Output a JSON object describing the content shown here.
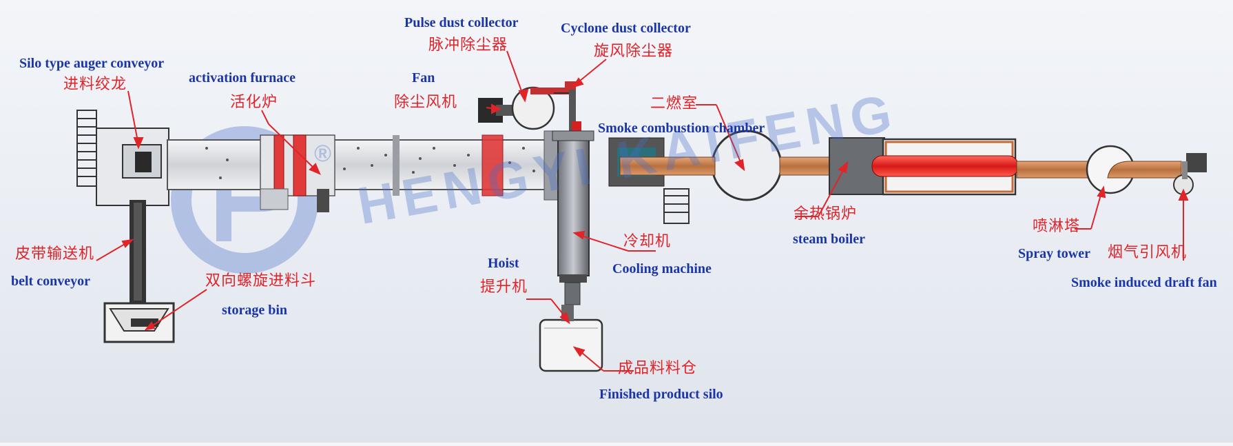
{
  "watermark": {
    "brand": "HENGYI KAIFENG",
    "mark": "®"
  },
  "components": {
    "silo_auger": {
      "en": "Silo type auger conveyor",
      "cn": "进料绞龙"
    },
    "activation_furnace": {
      "en": "activation furnace",
      "cn": "活化炉"
    },
    "fan": {
      "en": "Fan",
      "cn": "除尘风机"
    },
    "pulse_dust": {
      "en": "Pulse dust collector",
      "cn": "脉冲除尘器"
    },
    "cyclone_dust": {
      "en": "Cyclone dust collector",
      "cn": "旋风除尘器"
    },
    "smoke_combustion": {
      "en": "Smoke combustion chamber",
      "cn": "二燃室"
    },
    "steam_boiler": {
      "en": "steam boiler",
      "cn": "余热锅炉"
    },
    "spray_tower": {
      "en": "Spray tower",
      "cn": "喷淋塔"
    },
    "draft_fan": {
      "en": "Smoke induced draft fan",
      "cn": "烟气引风机"
    },
    "belt_conveyor": {
      "en": "belt  conveyor",
      "cn": "皮带输送机"
    },
    "storage_bin": {
      "en": "storage bin",
      "cn": "双向螺旋进料斗"
    },
    "cooling_machine": {
      "en": "Cooling machine",
      "cn": "冷却机"
    },
    "hoist": {
      "en": "Hoist",
      "cn": "提升机"
    },
    "finished_silo": {
      "en": "Finished  product silo",
      "cn": "成品料料仓"
    }
  },
  "colors": {
    "label_en": "#1a35a8",
    "label_cn": "#e0242a",
    "pipe_copper": "#c9824f",
    "drum_gray": "#d6d8dc",
    "flange_red": "#e03a3a",
    "outline": "#333333",
    "watermark": "#4a6fc8"
  }
}
